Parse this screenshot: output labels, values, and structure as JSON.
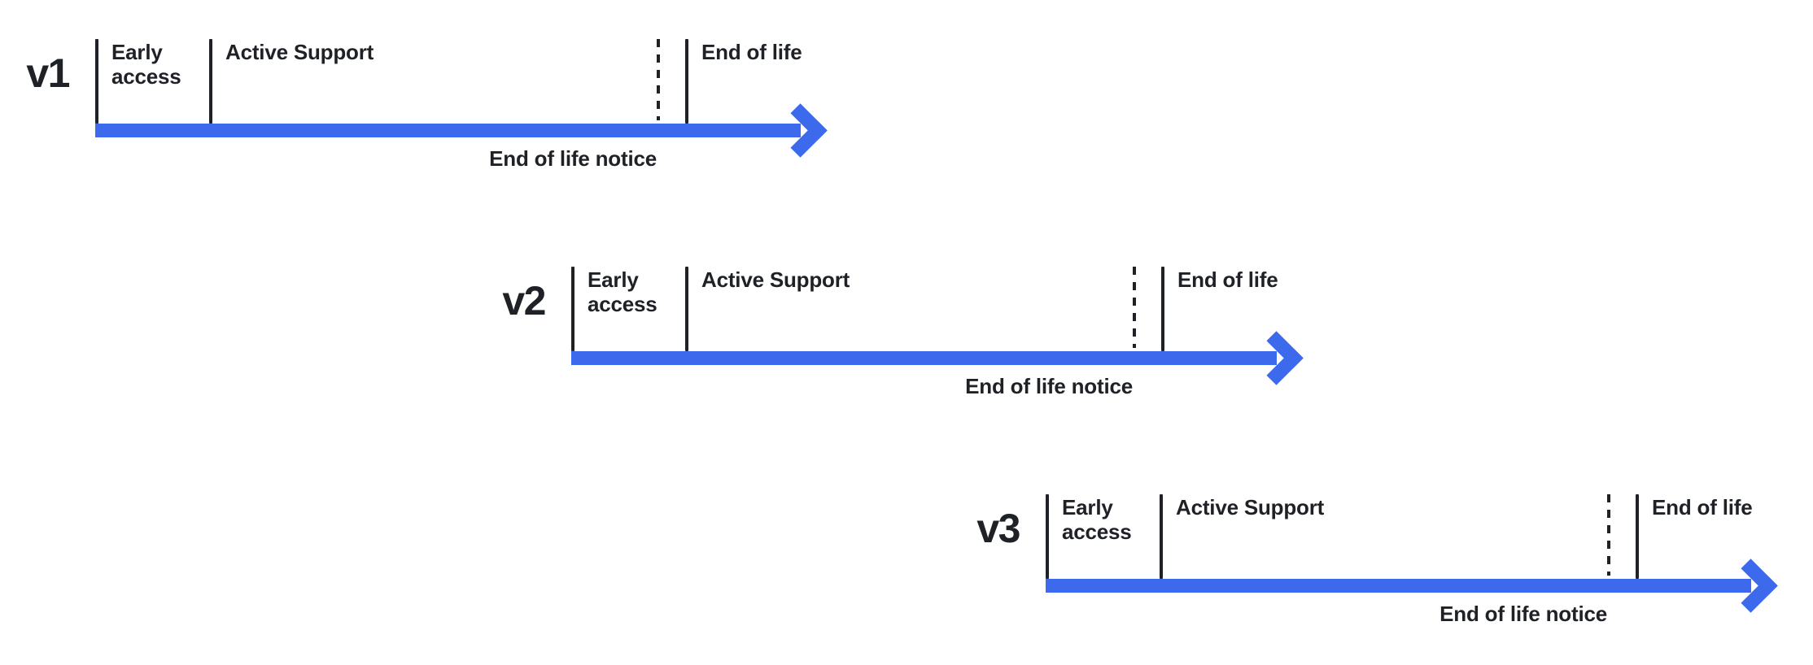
{
  "colors": {
    "arrow_blue": "#3d6aec",
    "text_dark": "#1e2126"
  },
  "rows": [
    {
      "version": "v1",
      "phases": {
        "early_access": "Early access",
        "active_support": "Active Support",
        "end_of_life": "End of life",
        "end_of_life_notice": "End of life notice"
      }
    },
    {
      "version": "v2",
      "phases": {
        "early_access": "Early access",
        "active_support": "Active Support",
        "end_of_life": "End of life",
        "end_of_life_notice": "End of life notice"
      }
    },
    {
      "version": "v3",
      "phases": {
        "early_access": "Early access",
        "active_support": "Active Support",
        "end_of_life": "End of life",
        "end_of_life_notice": "End of life notice"
      }
    }
  ]
}
